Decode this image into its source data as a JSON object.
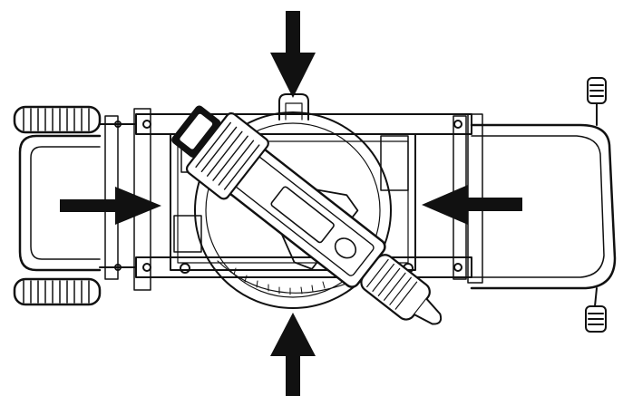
{
  "figure": {
    "subject": "miter-saw-on-stand-top-view",
    "line_color": "#111111",
    "background": "#ffffff",
    "arrows": [
      {
        "name": "top-arrow",
        "points": "down"
      },
      {
        "name": "bottom-arrow",
        "points": "up"
      },
      {
        "name": "left-arrow",
        "points": "right"
      },
      {
        "name": "right-arrow",
        "points": "left"
      }
    ]
  }
}
